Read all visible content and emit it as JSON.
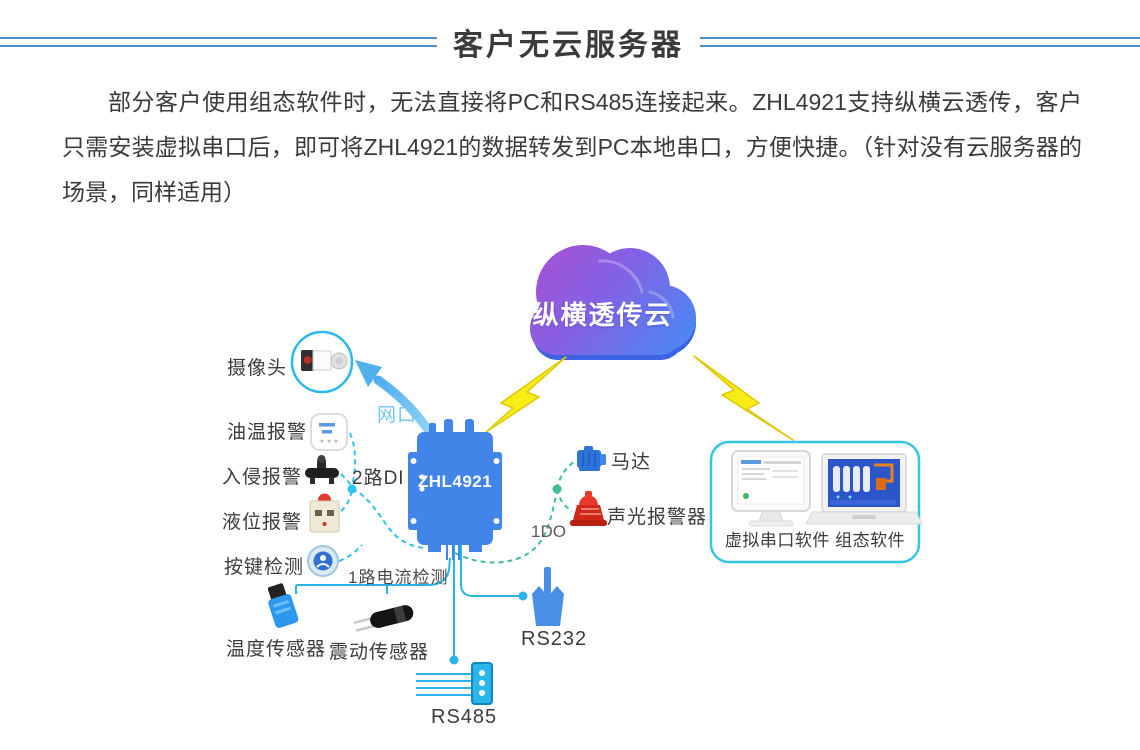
{
  "header": {
    "title": "客户无云服务器"
  },
  "intro": {
    "text": "部分客户使用组态软件时，无法直接将PC和RS485连接起来。ZHL4921支持纵横云透传，客户只需安装虚拟串口后，即可将ZHL4921的数据转发到PC本地串口，方便快捷。（针对没有云服务器的场景，同样适用）"
  },
  "diagram": {
    "cloud_label": "纵横透传云",
    "device_label": "ZHL4921",
    "net_port": "网口",
    "di_port": "2路DI",
    "do_port": "1DO",
    "current_port": "1路电流检测",
    "rs232": "RS232",
    "rs485": "RS485",
    "camera": "摄像头",
    "oil_alarm": "油温报警",
    "intrusion_alarm": "入侵报警",
    "level_alarm": "液位报警",
    "key_detect": "按键检测",
    "temp_sensor": "温度传感器",
    "vibration_sensor": "震动传感器",
    "motor": "马达",
    "sound_light_alarm": "声光报警器",
    "software": "虚拟串口软件 组态软件"
  },
  "colors": {
    "accent_blue": "#4a8ee0",
    "device_blue": "#4285e8",
    "line_cyan": "#2bb2ec",
    "line_green": "#41c08e",
    "lightning_yellow": "#f6ec16",
    "cloud_purple": "#a558d8",
    "cloud_blue": "#4e86f2",
    "net_label_blue": "#74c9f3"
  },
  "icons": [
    "cloud-icon",
    "lightning-icon",
    "camera-icon",
    "oil-temp-device-icon",
    "intrusion-device-icon",
    "level-alarm-icon",
    "key-button-icon",
    "temp-sensor-icon",
    "vibration-sensor-icon",
    "motor-icon",
    "sound-light-alarm-icon",
    "rs232-connector-icon",
    "rs485-terminal-icon",
    "desktop-monitor-icon",
    "laptop-icon",
    "network-arrow-icon",
    "zhl4921-device-icon"
  ]
}
